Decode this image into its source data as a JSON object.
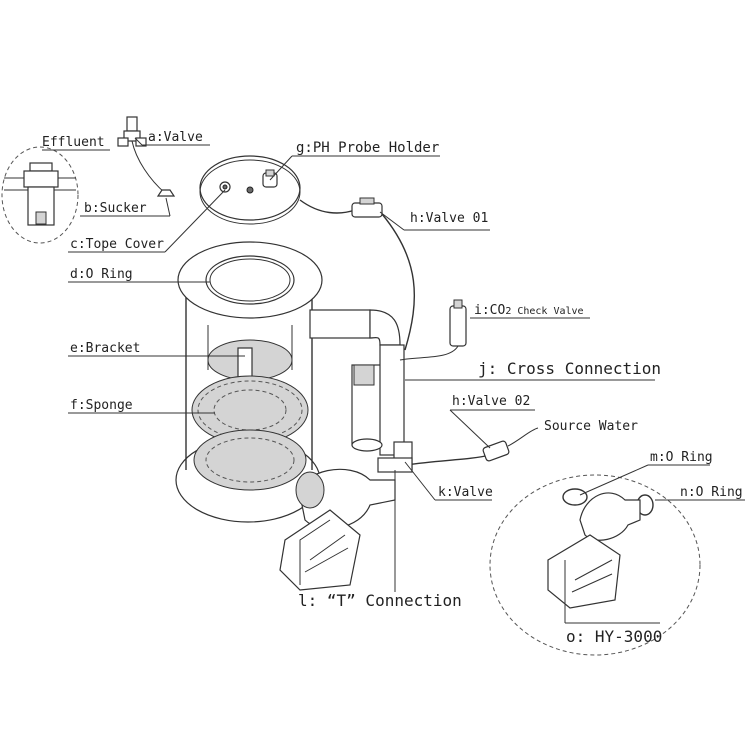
{
  "labels": {
    "effluent": "Effluent",
    "a": "a:Valve",
    "b": "b:Sucker",
    "c": "c:Tope Cover",
    "d": "d:O Ring",
    "e": "e:Bracket",
    "f": "f:Sponge",
    "g": "g:PH Probe Holder",
    "h1": "h:Valve 01",
    "i_main": "i:CO",
    "i_sub": "2 Check Valve",
    "j": "j: Cross Connection",
    "h2": "h:Valve 02",
    "source": "Source Water",
    "m": "m:O Ring",
    "n": "n:O Ring",
    "k": "k:Valve",
    "l": "l: “T” Connection",
    "o": "o: HY-3000"
  },
  "colors": {
    "line": "#333333",
    "text": "#222222",
    "shade": "#d4d4d4"
  }
}
